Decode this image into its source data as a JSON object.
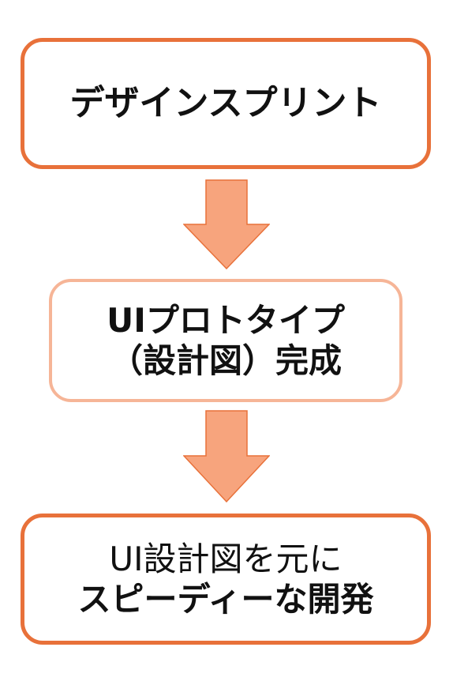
{
  "colors": {
    "box_border_strong": "#e8713a",
    "box_border_light": "#f6b597",
    "arrow_fill": "#f7a47d",
    "arrow_stroke": "#e8713a",
    "text": "#111111"
  },
  "steps": [
    {
      "lines": [
        "デザインスプリント"
      ]
    },
    {
      "lines": [
        "UIプロトタイプ",
        "（設計図）完成"
      ]
    },
    {
      "lines": [
        "UI設計図を元に",
        "スピーディーな開発"
      ]
    }
  ],
  "arrows": [
    {
      "icon": "down-arrow-icon",
      "direction": "down"
    },
    {
      "icon": "down-arrow-icon",
      "direction": "down"
    }
  ]
}
